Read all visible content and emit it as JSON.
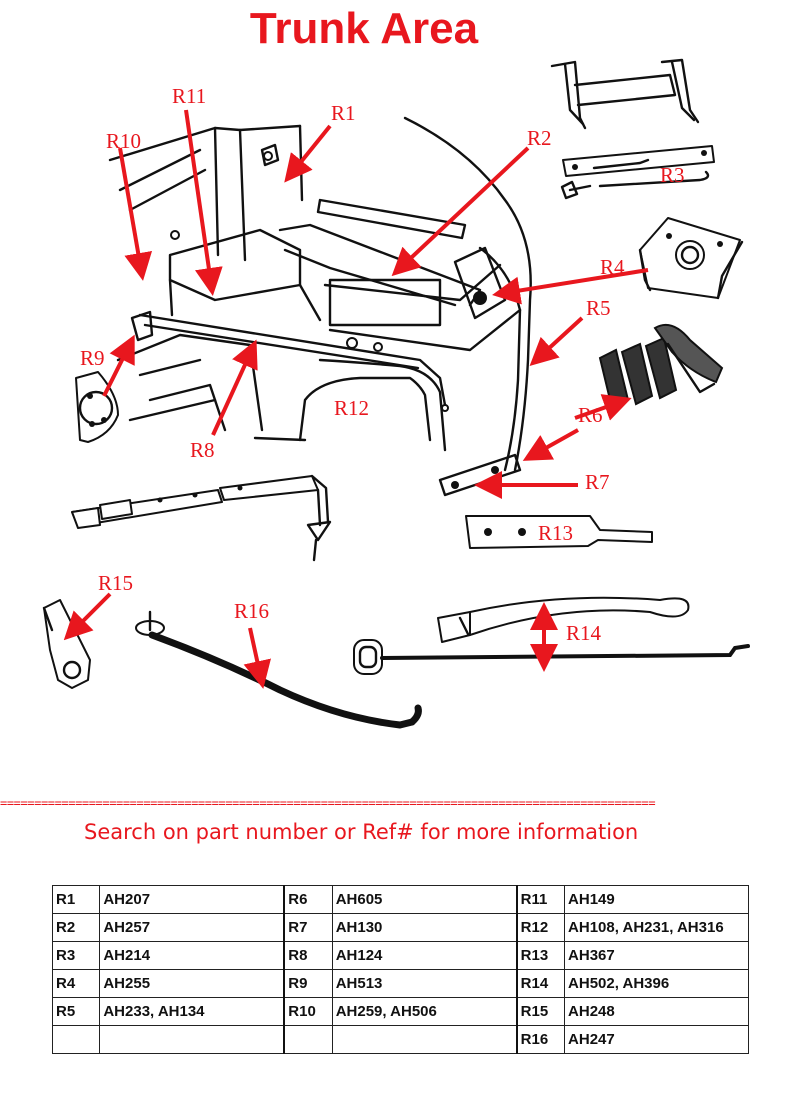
{
  "title": "Trunk Area",
  "refs": {
    "R1": "R1",
    "R2": "R2",
    "R3": "R3",
    "R4": "R4",
    "R5": "R5",
    "R6": "R6",
    "R7": "R7",
    "R8": "R8",
    "R9": "R9",
    "R10": "R10",
    "R11": "R11",
    "R12": "R12",
    "R13": "R13",
    "R14": "R14",
    "R15": "R15",
    "R16": "R16"
  },
  "divider": "================================================================================================",
  "search_text": "Search on part number or Ref# for more information",
  "parts_table": [
    [
      {
        "ref": "R1",
        "part": "AH207"
      },
      {
        "ref": "R6",
        "part": "AH605"
      },
      {
        "ref": "R11",
        "part": "AH149"
      }
    ],
    [
      {
        "ref": "R2",
        "part": "AH257"
      },
      {
        "ref": "R7",
        "part": "AH130"
      },
      {
        "ref": "R12",
        "part": "AH108, AH231, AH316"
      }
    ],
    [
      {
        "ref": "R3",
        "part": "AH214"
      },
      {
        "ref": "R8",
        "part": "AH124"
      },
      {
        "ref": "R13",
        "part": "AH367"
      }
    ],
    [
      {
        "ref": "R4",
        "part": "AH255"
      },
      {
        "ref": "R9",
        "part": "AH513"
      },
      {
        "ref": "R14",
        "part": "AH502, AH396"
      }
    ],
    [
      {
        "ref": "R5",
        "part": "AH233, AH134"
      },
      {
        "ref": "R10",
        "part": "AH259, AH506"
      },
      {
        "ref": "R15",
        "part": "AH248"
      }
    ],
    [
      {
        "ref": "",
        "part": ""
      },
      {
        "ref": "",
        "part": ""
      },
      {
        "ref": "R16",
        "part": "AH247"
      }
    ]
  ]
}
